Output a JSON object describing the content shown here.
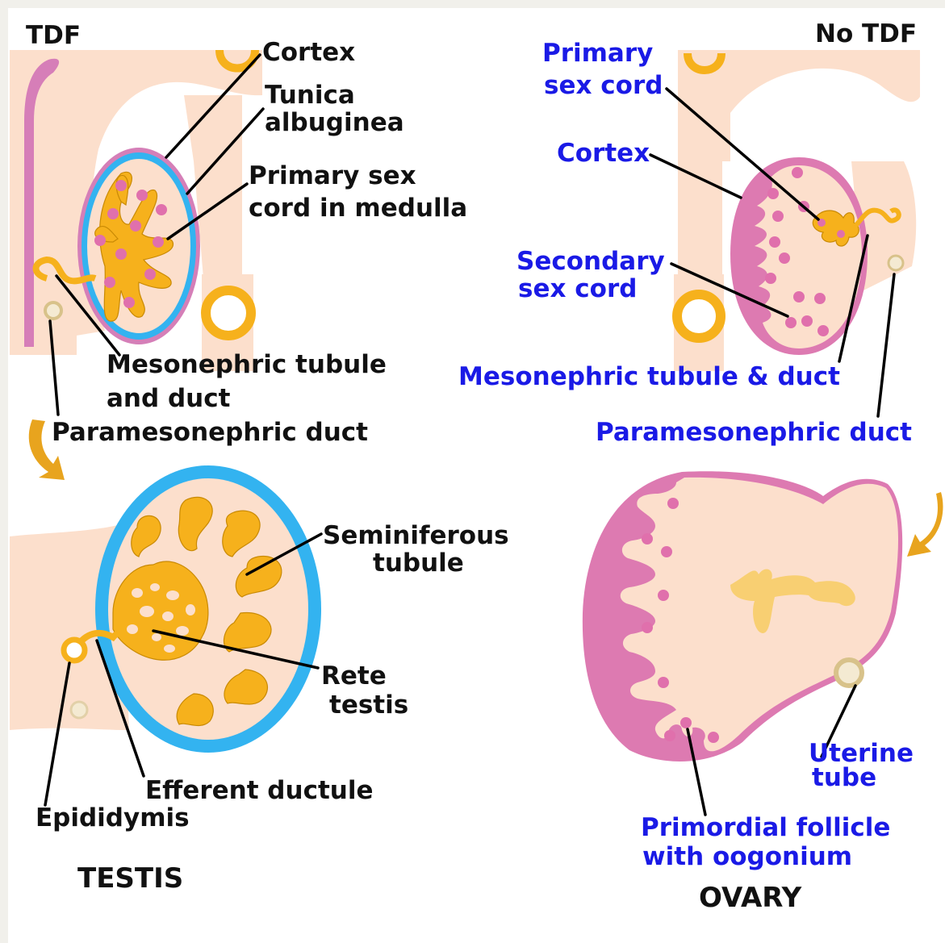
{
  "panels": {
    "tdf": {
      "corner_label": "TDF",
      "labels": {
        "cortex": "Cortex",
        "tunica_line1": "Tunica",
        "tunica_line2": "albuginea",
        "primary_line1": "Primary sex",
        "primary_line2": "cord in medulla",
        "meso_line1": "Mesonephric tubule",
        "meso_line2": "and duct",
        "paramesonephric": "Paramesonephric duct"
      }
    },
    "no_tdf": {
      "corner_label": "No TDF",
      "labels": {
        "primary_line1": "Primary",
        "primary_line2": "sex cord",
        "cortex": "Cortex",
        "secondary_line1": "Secondary",
        "secondary_line2": "sex cord",
        "meso": "Mesonephric tubule & duct",
        "paramesonephric": "Paramesonephric duct"
      }
    },
    "testis": {
      "title": "TESTIS",
      "labels": {
        "semi_line1": "Seminiferous",
        "semi_line2": "tubule",
        "rete_line1": "Rete",
        "rete_line2": "testis",
        "efferent": "Efferent ductule",
        "epididymis": "Epididymis"
      }
    },
    "ovary": {
      "title": "OVARY",
      "labels": {
        "uterine_line1": "Uterine",
        "uterine_line2": "tube",
        "primordial_line1": "Primordial follicle",
        "primordial_line2": "with oogonium"
      }
    }
  },
  "colors": {
    "background": "#ffffff",
    "frame": "#f1f0eb",
    "tissue": "#fcdfcc",
    "cord": "#f6b11c",
    "tunica": "#33b3f0",
    "cortex_pink": "#e070ac",
    "arrow": "#e8a41e",
    "label_black": "#111111",
    "label_blue": "#1a1ae6"
  }
}
